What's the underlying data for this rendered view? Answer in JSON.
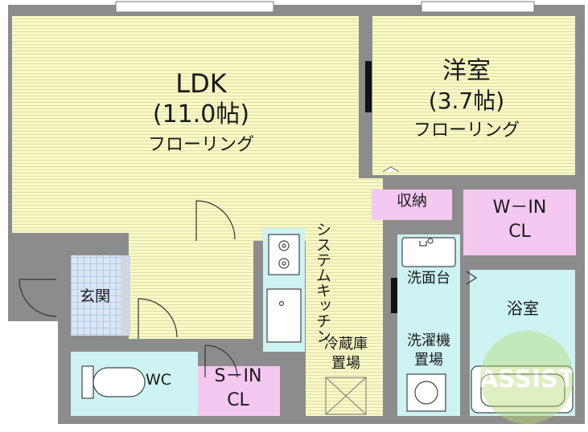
{
  "rooms": {
    "ldk": {
      "name": "LDK",
      "size": "(11.0帖)",
      "floor": "フローリング"
    },
    "western": {
      "name": "洋室",
      "size": "(3.7帖)",
      "floor": "フローリング"
    },
    "storage": {
      "name": "収納"
    },
    "walk_in": {
      "line1": "W－IN",
      "line2": "CL"
    },
    "entrance": {
      "name": "玄関"
    },
    "wc": {
      "name": "WC"
    },
    "shoe_in": {
      "line1": "S－IN",
      "line2": "CL"
    },
    "kitchen": {
      "name": "システムキッチン"
    },
    "fridge": {
      "line1": "冷蔵庫",
      "line2": "置場"
    },
    "washbasin": {
      "name": "洗面台"
    },
    "washer": {
      "line1": "洗濯機",
      "line2": "置場"
    },
    "bath": {
      "name": "浴室"
    }
  },
  "watermark": {
    "text": "ASSIST"
  },
  "colors": {
    "wall": "#8c8c8c",
    "floor": "#fafac8",
    "tile": "#dbe6f6",
    "wet": "#cdf3f3",
    "closet": "#f4c8f0"
  }
}
